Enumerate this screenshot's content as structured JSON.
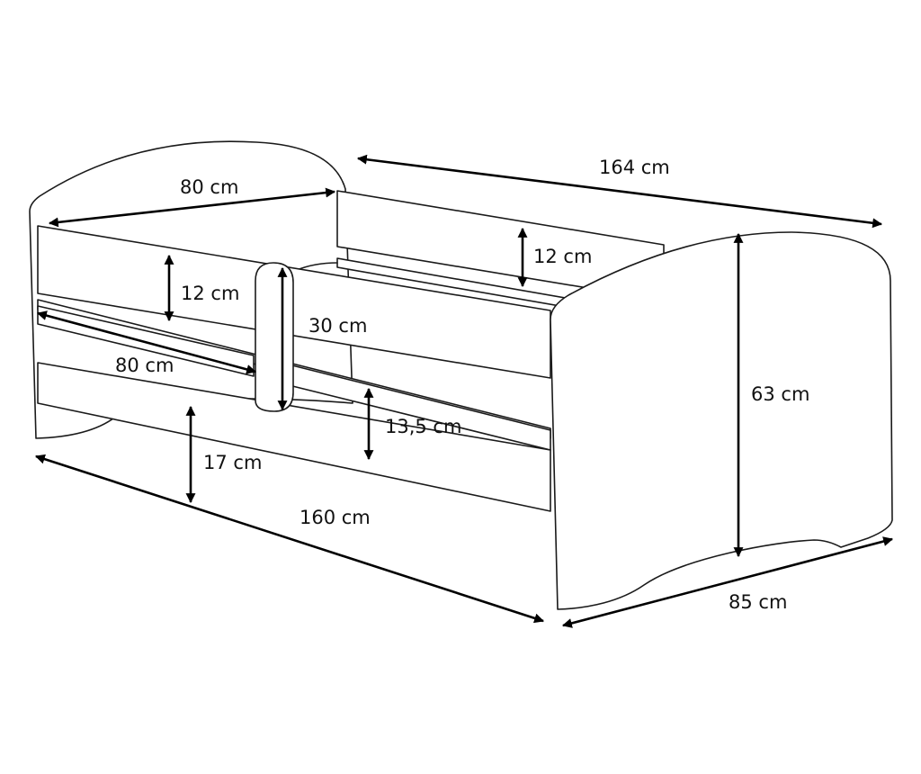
{
  "dimensions": {
    "headboard_width": "80 cm",
    "total_length": "164 cm",
    "back_rail_height": "12 cm",
    "front_rail_height": "12 cm",
    "guard_rail_height": "30 cm",
    "guard_rail_length": "80 cm",
    "drawer_height": "13,5 cm",
    "total_height": "63 cm",
    "floor_clearance": "17 cm",
    "base_length": "160 cm",
    "total_width": "85 cm"
  }
}
